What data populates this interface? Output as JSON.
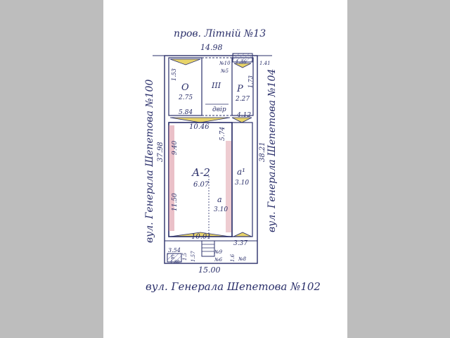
{
  "labels": {
    "street_top": "пров. Літній №13",
    "street_bottom": "вул. Генерала Шепетова №102",
    "street_left": "вул. Генерала Шепетова №100",
    "street_right": "вул. Генерала Шепетова №104",
    "width_top": "14.98",
    "width_bottom": "15.00",
    "depth_left": "37.98",
    "depth_right": "38.21",
    "dim_10_46": "10.46",
    "dim_10_01": "10.01",
    "dim_5_84": "5.84",
    "dim_4_12": "4.12",
    "dim_3_37": "3.37",
    "dim_3_54": "3.54",
    "dim_9_40": "9.40",
    "dim_11_50": "11.50",
    "dim_5_74": "5.74",
    "dim_1_53": "1.53",
    "dim_1_73": "1.73",
    "dim_1_41": "1.41",
    "dim_1_36": "1.36",
    "dim_1_57": "1.57",
    "dim_1_5": "1.5",
    "dim_1_6": "1.6",
    "dim_1_9": "№9",
    "dim_1_10": "№10",
    "dim_1_8": "№8",
    "dim_1_5b": "№5",
    "dim_1_6b": "№6",
    "bldg_o": "О",
    "bldg_o_h": "2.75",
    "bldg_iii": "III",
    "bldg_p": "Р",
    "bldg_p_h": "2.27",
    "bldg_yard": "двір",
    "bldg_a2": "А-2",
    "bldg_a2_h": "6.07",
    "bldg_a1": "а¹",
    "bldg_a1_h": "3.10",
    "bldg_a": "а",
    "bldg_a_h": "3.10",
    "bldg_b": "Б",
    "bldg_b_h": "1.80"
  },
  "colors": {
    "ink": "#2a2f6a",
    "hatch": "#7b7fb5",
    "pink": "#d98d9a",
    "yellow": "#e8d46a",
    "page": "#ffffff",
    "background": "#bdbdbd"
  }
}
